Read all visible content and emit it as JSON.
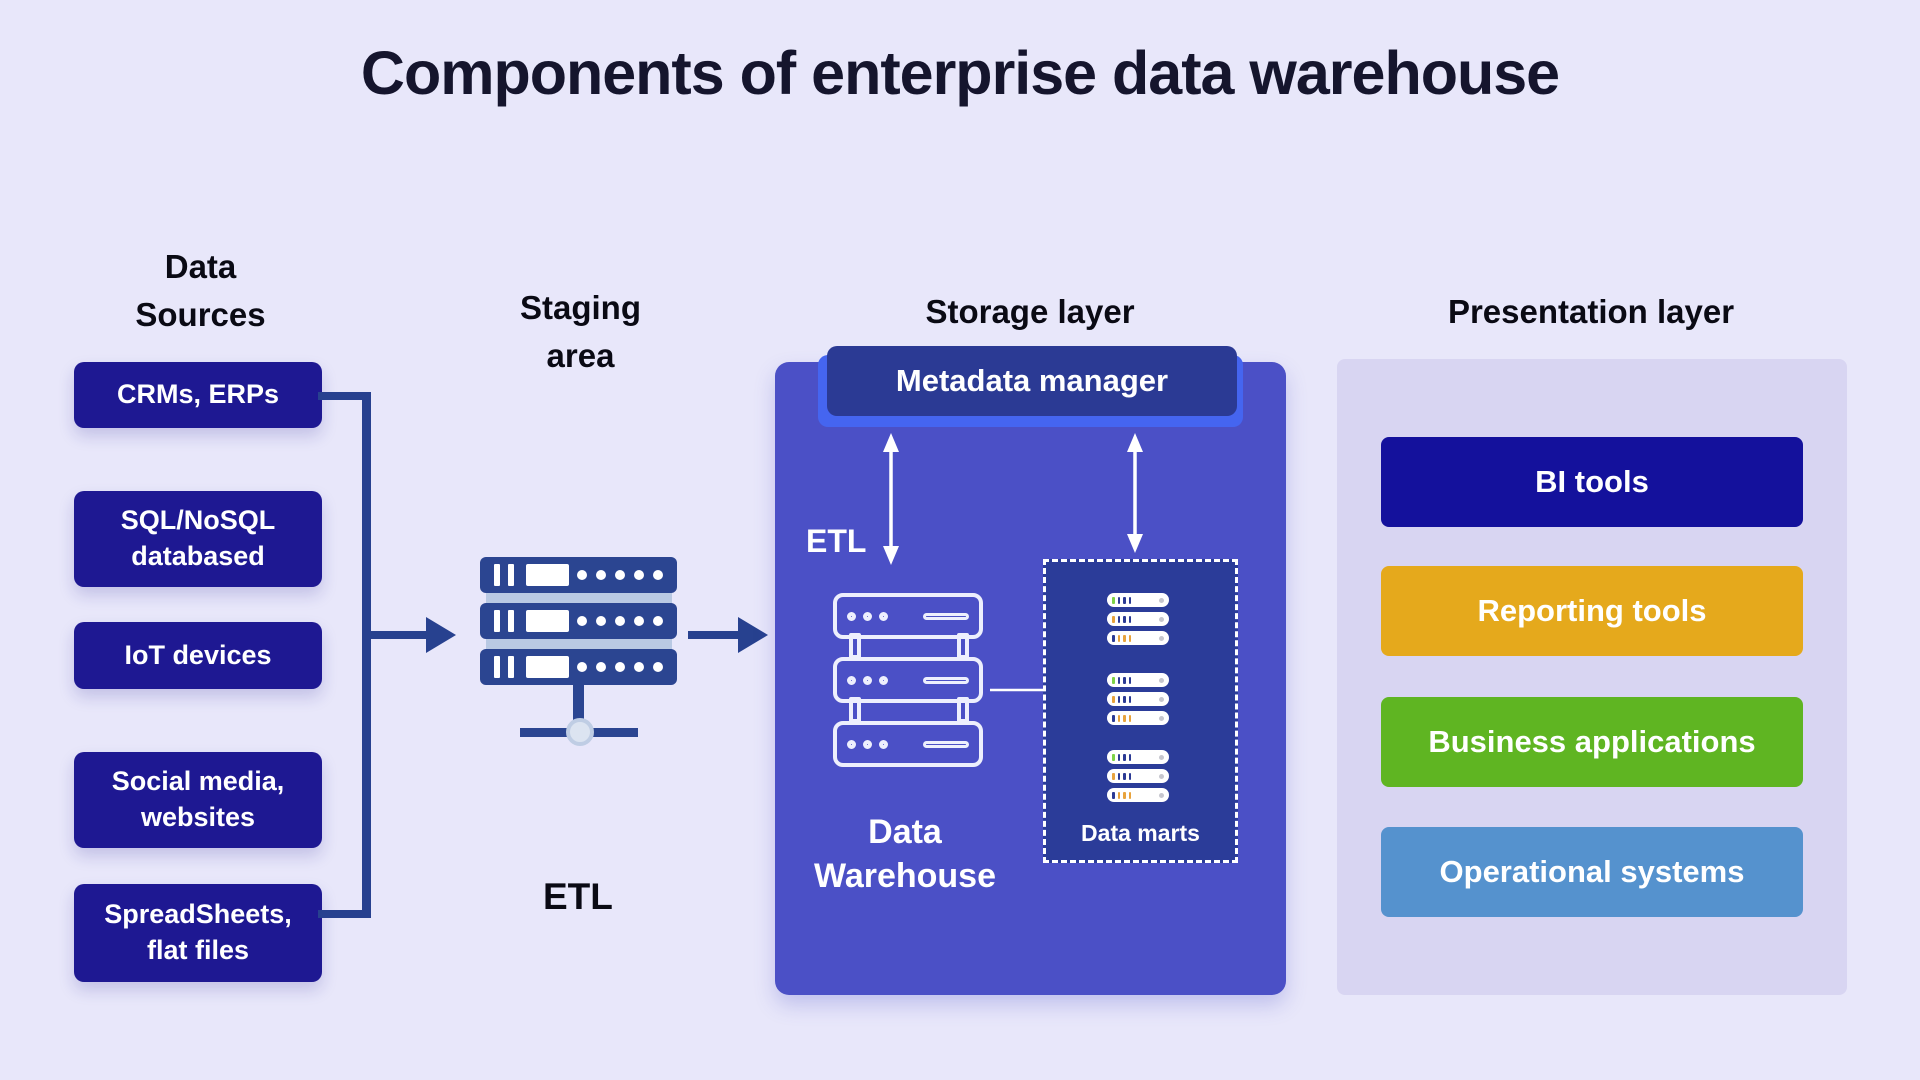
{
  "title": "Components of enterprise data warehouse",
  "palette": {
    "background": "#E8E7FA",
    "source_box": "#1E1892",
    "connector": "#27418F",
    "staging_server": "#2B4591",
    "storage_box": "#4B50C6",
    "metadata_bar": "#2B3A94",
    "metadata_accent": "#4565F0",
    "data_marts_box": "#2B3C99",
    "presentation_panel": "#D8D5F2"
  },
  "data_sources": {
    "heading": "Data Sources",
    "items": [
      "CRMs, ERPs",
      "SQL/NoSQL databased",
      "IoT devices",
      "Social media, websites",
      "SpreadSheets, flat files"
    ]
  },
  "staging": {
    "heading": "Staging area",
    "etl_label": "ETL",
    "icon": "server-stack-icon"
  },
  "storage": {
    "heading": "Storage layer",
    "metadata_label": "Metadata manager",
    "etl_label": "ETL",
    "warehouse_label": "Data Warehouse",
    "warehouse_icon": "database-server-outline-icon",
    "data_marts": {
      "label": "Data marts",
      "icon": "mini-server-stacks-icon"
    }
  },
  "presentation": {
    "heading": "Presentation layer",
    "items": [
      {
        "label": "BI tools",
        "color": "#14119C"
      },
      {
        "label": "Reporting tools",
        "color": "#E5A91C"
      },
      {
        "label": "Business applications",
        "color": "#5FB522"
      },
      {
        "label": "Operational systems",
        "color": "#5592CE"
      }
    ]
  }
}
